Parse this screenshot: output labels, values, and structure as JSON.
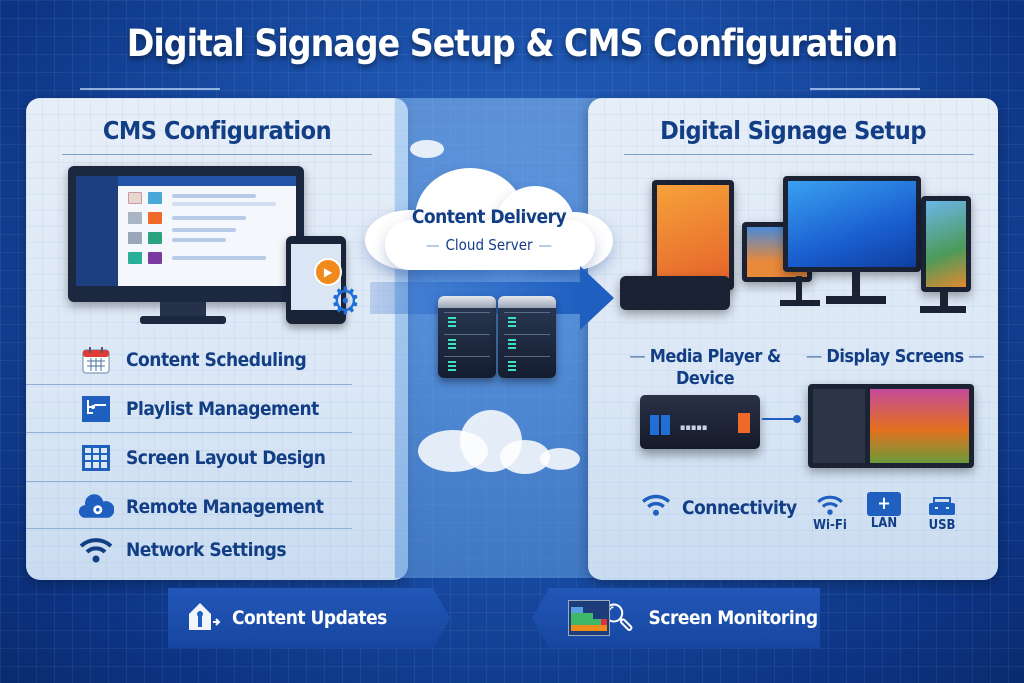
{
  "header": {
    "title": "Digital Signage Setup & CMS Configuration"
  },
  "left_panel": {
    "title": "CMS Configuration",
    "illustration": {
      "monitor_icon": "cms-dashboard-monitor",
      "tablet_icon": "tablet-with-play",
      "gear_icon": "gear-icon"
    },
    "features": [
      {
        "label": "Content Scheduling",
        "icon": "calendar-icon"
      },
      {
        "label": "Playlist Management",
        "icon": "playlist-icon"
      },
      {
        "label": "Screen Layout Design",
        "icon": "grid-layout-icon"
      },
      {
        "label": "Remote Management",
        "icon": "cloud-gear-icon"
      },
      {
        "label": "Network Settings",
        "icon": "wifi-icon"
      }
    ]
  },
  "center": {
    "cloud_title": "Content Delivery",
    "cloud_subtitle": "Cloud Server",
    "arrow_direction": "right",
    "server_count": 2
  },
  "right_panel": {
    "title": "Digital Signage Setup",
    "media_player_label_line1": "Media Player &",
    "media_player_label_line2": "Device",
    "display_screens_label": "Display Screens",
    "connectivity": {
      "label": "Connectivity",
      "options": [
        {
          "label": "Wi-Fi",
          "icon": "wifi-icon"
        },
        {
          "label": "LAN",
          "icon": "lan-icon"
        },
        {
          "label": "USB",
          "icon": "usb-icon"
        }
      ]
    }
  },
  "bottom": {
    "content_updates": "Content Updates",
    "screen_monitoring": "Screen Monitoring"
  },
  "colors": {
    "background": "#1a4fa8",
    "panel": "#e3ecf7",
    "heading_text": "#123e86",
    "accent_blue": "#1f5fc0",
    "accent_orange": "#f08a1c"
  }
}
